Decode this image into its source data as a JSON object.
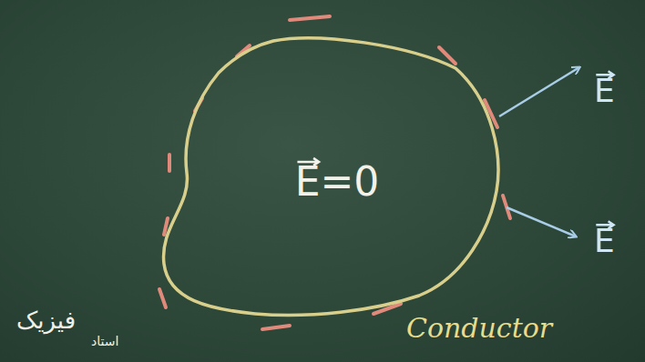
{
  "diagram": {
    "nodes": [
      {
        "text": [
          "E=0"
        ]
      }
    ],
    "labels": [
      "E",
      "E",
      "Conductor",
      "فیزیک",
      "استاد"
    ]
  }
}
